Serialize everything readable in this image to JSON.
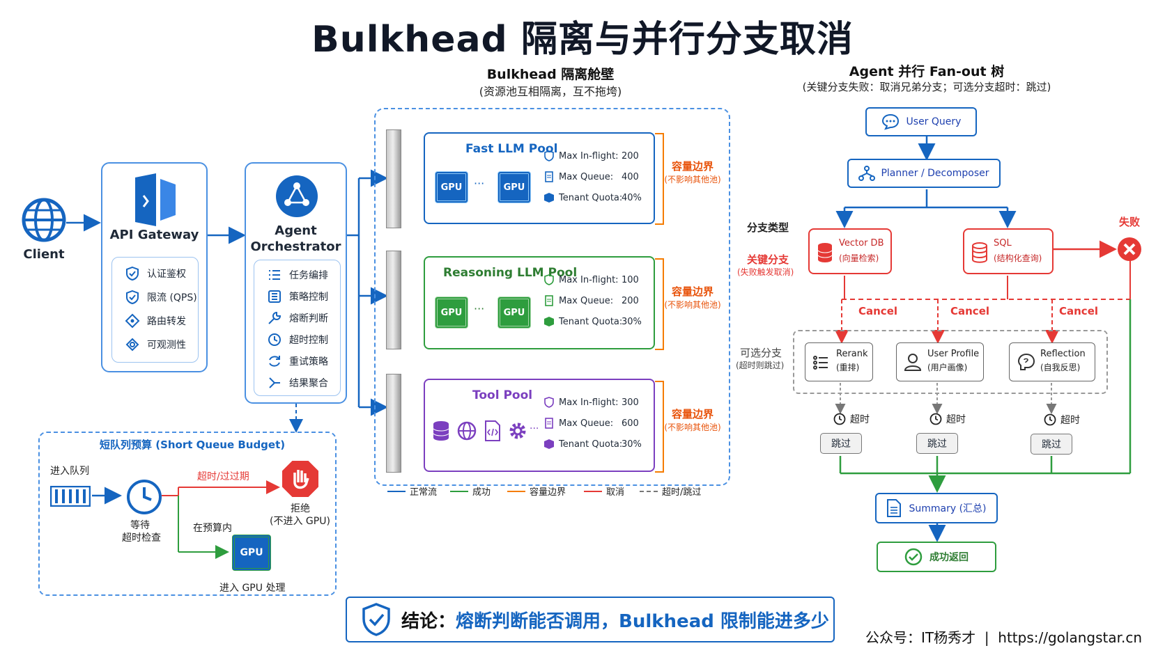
{
  "title": "Bulkhead 隔离与并行分支取消",
  "client": {
    "label": "Client"
  },
  "gateway": {
    "title": "API Gateway",
    "items": [
      "认证鉴权",
      "限流 (QPS)",
      "路由转发",
      "可观测性"
    ]
  },
  "orchestrator": {
    "title_line1": "Agent",
    "title_line2": "Orchestrator",
    "items": [
      "任务编排",
      "策略控制",
      "熔断判断",
      "超时控制",
      "重试策略",
      "结果聚合"
    ]
  },
  "queue": {
    "title": "短队列预算 (Short Queue Budget)",
    "enter_label": "进入队列",
    "wait_line1": "等待",
    "wait_line2": "超时检查",
    "timeout_label": "超时/过过期",
    "reject_line1": "拒绝",
    "reject_line2": "(不进入 GPU)",
    "within_label": "在预算内",
    "gpu_chip": "GPU",
    "gpu_label": "进入 GPU 处理"
  },
  "bulkhead": {
    "title": "Bulkhead 隔离舱壁",
    "subtitle": "(资源池互相隔离，互不拖垮)",
    "capacity_title": "容量边界",
    "capacity_sub": "(不影响其他池)",
    "pools": [
      {
        "name": "Fast LLM Pool",
        "color": "#1565c0",
        "chip_a": "GPU",
        "chip_b": "GPU",
        "stats": [
          {
            "k": "Max In-flight:",
            "v": "200"
          },
          {
            "k": "Max Queue:",
            "v": "400"
          },
          {
            "k": "Tenant Quota:",
            "v": "40%"
          }
        ]
      },
      {
        "name": "Reasoning LLM Pool",
        "color": "#2e7d32",
        "chip_a": "GPU",
        "chip_b": "GPU",
        "stats": [
          {
            "k": "Max In-flight:",
            "v": "100"
          },
          {
            "k": "Max Queue:",
            "v": "200"
          },
          {
            "k": "Tenant Quota:",
            "v": "30%"
          }
        ]
      },
      {
        "name": "Tool Pool",
        "color": "#7b3fbf",
        "stats": [
          {
            "k": "Max In-flight:",
            "v": "300"
          },
          {
            "k": "Max Queue:",
            "v": "600"
          },
          {
            "k": "Tenant Quota:",
            "v": "30%"
          }
        ]
      }
    ],
    "ellipsis": "···"
  },
  "legend": [
    {
      "label": "正常流",
      "color": "#1565c0",
      "dash": false
    },
    {
      "label": "成功",
      "color": "#2e9d3e",
      "dash": false
    },
    {
      "label": "容量边界",
      "color": "#f57c00",
      "dash": false
    },
    {
      "label": "取消",
      "color": "#e53935",
      "dash": false
    },
    {
      "label": "超时/跳过",
      "color": "#777777",
      "dash": true
    }
  ],
  "fanout": {
    "title": "Agent 并行 Fan-out 树",
    "subtitle": "(关键分支失败：取消兄弟分支；可选分支超时：跳过)",
    "user_query": "User Query",
    "planner": "Planner / Decomposer",
    "branch_type": "分支类型",
    "critical_title": "关键分支",
    "critical_sub": "(失败触发取消)",
    "vector_db": {
      "name": "Vector DB",
      "sub": "(向量检索)"
    },
    "sql": {
      "name": "SQL",
      "sub": "(结构化查询)"
    },
    "fail_label": "失败",
    "cancel_label": "Cancel",
    "optional_title": "可选分支",
    "optional_sub": "(超时则跳过)",
    "optional": [
      {
        "name": "Rerank",
        "sub": "(重排)"
      },
      {
        "name": "User Profile",
        "sub": "(用户画像)"
      },
      {
        "name": "Reflection",
        "sub": "(自我反思)"
      }
    ],
    "timeout_label": "超时",
    "skip_label": "跳过",
    "summary": "Summary (汇总)",
    "success": "成功返回"
  },
  "conclusion": {
    "prefix": "结论：",
    "text": "熔断判断能否调用，Bulkhead 限制能进多少"
  },
  "footer": {
    "text": "公众号：IT杨秀才  |  https://golangstar.cn"
  }
}
